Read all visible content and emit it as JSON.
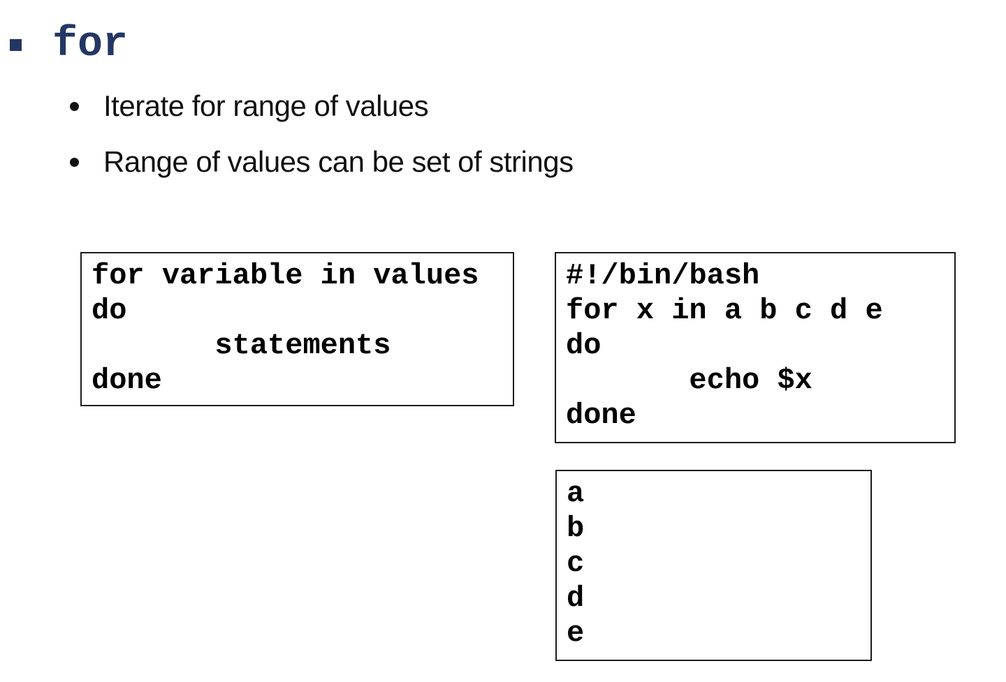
{
  "slide": {
    "title": "for",
    "bullets": [
      "Iterate for range of values",
      "Range of values can be set of strings"
    ]
  },
  "colors": {
    "title": "#243763",
    "body_text": "#111111",
    "code_text": "#000000",
    "box_border": "#1b1b1b",
    "background": "#ffffff"
  },
  "code_boxes": {
    "syntax": {
      "lines": [
        "for variable in values",
        "do",
        "       statements",
        "done"
      ]
    },
    "script": {
      "lines": [
        "#!/bin/bash",
        "for x in a b c d e",
        "do",
        "       echo $x",
        "done"
      ]
    },
    "output": {
      "lines": [
        "a",
        "b",
        "c",
        "d",
        "e"
      ]
    }
  }
}
